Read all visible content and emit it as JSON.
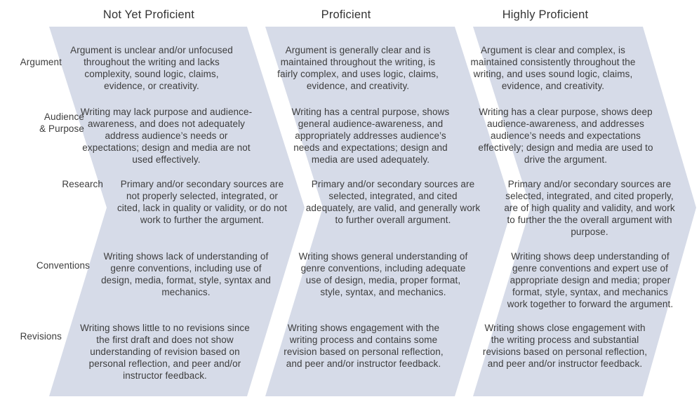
{
  "columns": [
    {
      "title": "Not Yet Proficient"
    },
    {
      "title": "Proficient"
    },
    {
      "title": "Highly Proficient"
    }
  ],
  "rows": [
    {
      "label": "Argument",
      "cells": [
        "Argument is unclear and/or unfocused throughout the writing and lacks complexity, sound logic, claims, evidence, or creativity.",
        "Argument is generally clear and is maintained throughout the writing, is fairly complex, and uses logic, claims, evidence, and creativity.",
        "Argument is clear and complex, is maintained consistently throughout the writing, and uses sound logic, claims, evidence, and creativity."
      ]
    },
    {
      "label": "Audience\n& Purpose",
      "cells": [
        "Writing may lack purpose and audience-awareness, and does not adequately address audience’s needs or expectations; design and media are not used effectively.",
        "Writing has a central purpose, shows general audience-awareness, and appropriately addresses audience’s needs and expectations; design and media are used adequately.",
        "Writing has a clear purpose, shows deep audience-awareness, and addresses audience’s needs and expectations effectively; design and media are used to drive the argument."
      ]
    },
    {
      "label": "Research",
      "cells": [
        "Primary and/or secondary sources are not properly selected, integrated, or cited, lack in quality or validity, or do not work to further the argument.",
        "Primary and/or secondary sources are selected, integrated, and cited adequately, are valid, and generally work to further overall argument.",
        "Primary and/or secondary sources are selected, integrated, and cited properly, are of high quality and validity, and work to further the the overall argument with purpose."
      ]
    },
    {
      "label": "Conventions",
      "cells": [
        "Writing shows lack of understanding of genre conventions, including use of design, media, format, style, syntax and mechanics.",
        "Writing shows general understanding of genre conventions, including adequate use of design, media, proper format, style, syntax, and mechanics.",
        "Writing shows deep understanding of genre conventions and expert use of appropriate design and media; proper format, style, syntax, and mechanics work together to forward the argument."
      ]
    },
    {
      "label": "Revisions",
      "cells": [
        "Writing shows little to no revisions since the first draft and does not show understanding of revision based on personal reflection, and peer and/or instructor feedback.",
        "Writing shows engagement with the writing process and contains some revision based on personal reflection, and peer and/or instructor feedback.",
        "Writing shows close engagement with the writing process and substantial revisions based on personal reflection, and peer and/or instructor feedback."
      ]
    }
  ],
  "colors": {
    "chevron_fill": "#d6dbe8",
    "text": "#3d3d3d",
    "background": "#ffffff"
  }
}
